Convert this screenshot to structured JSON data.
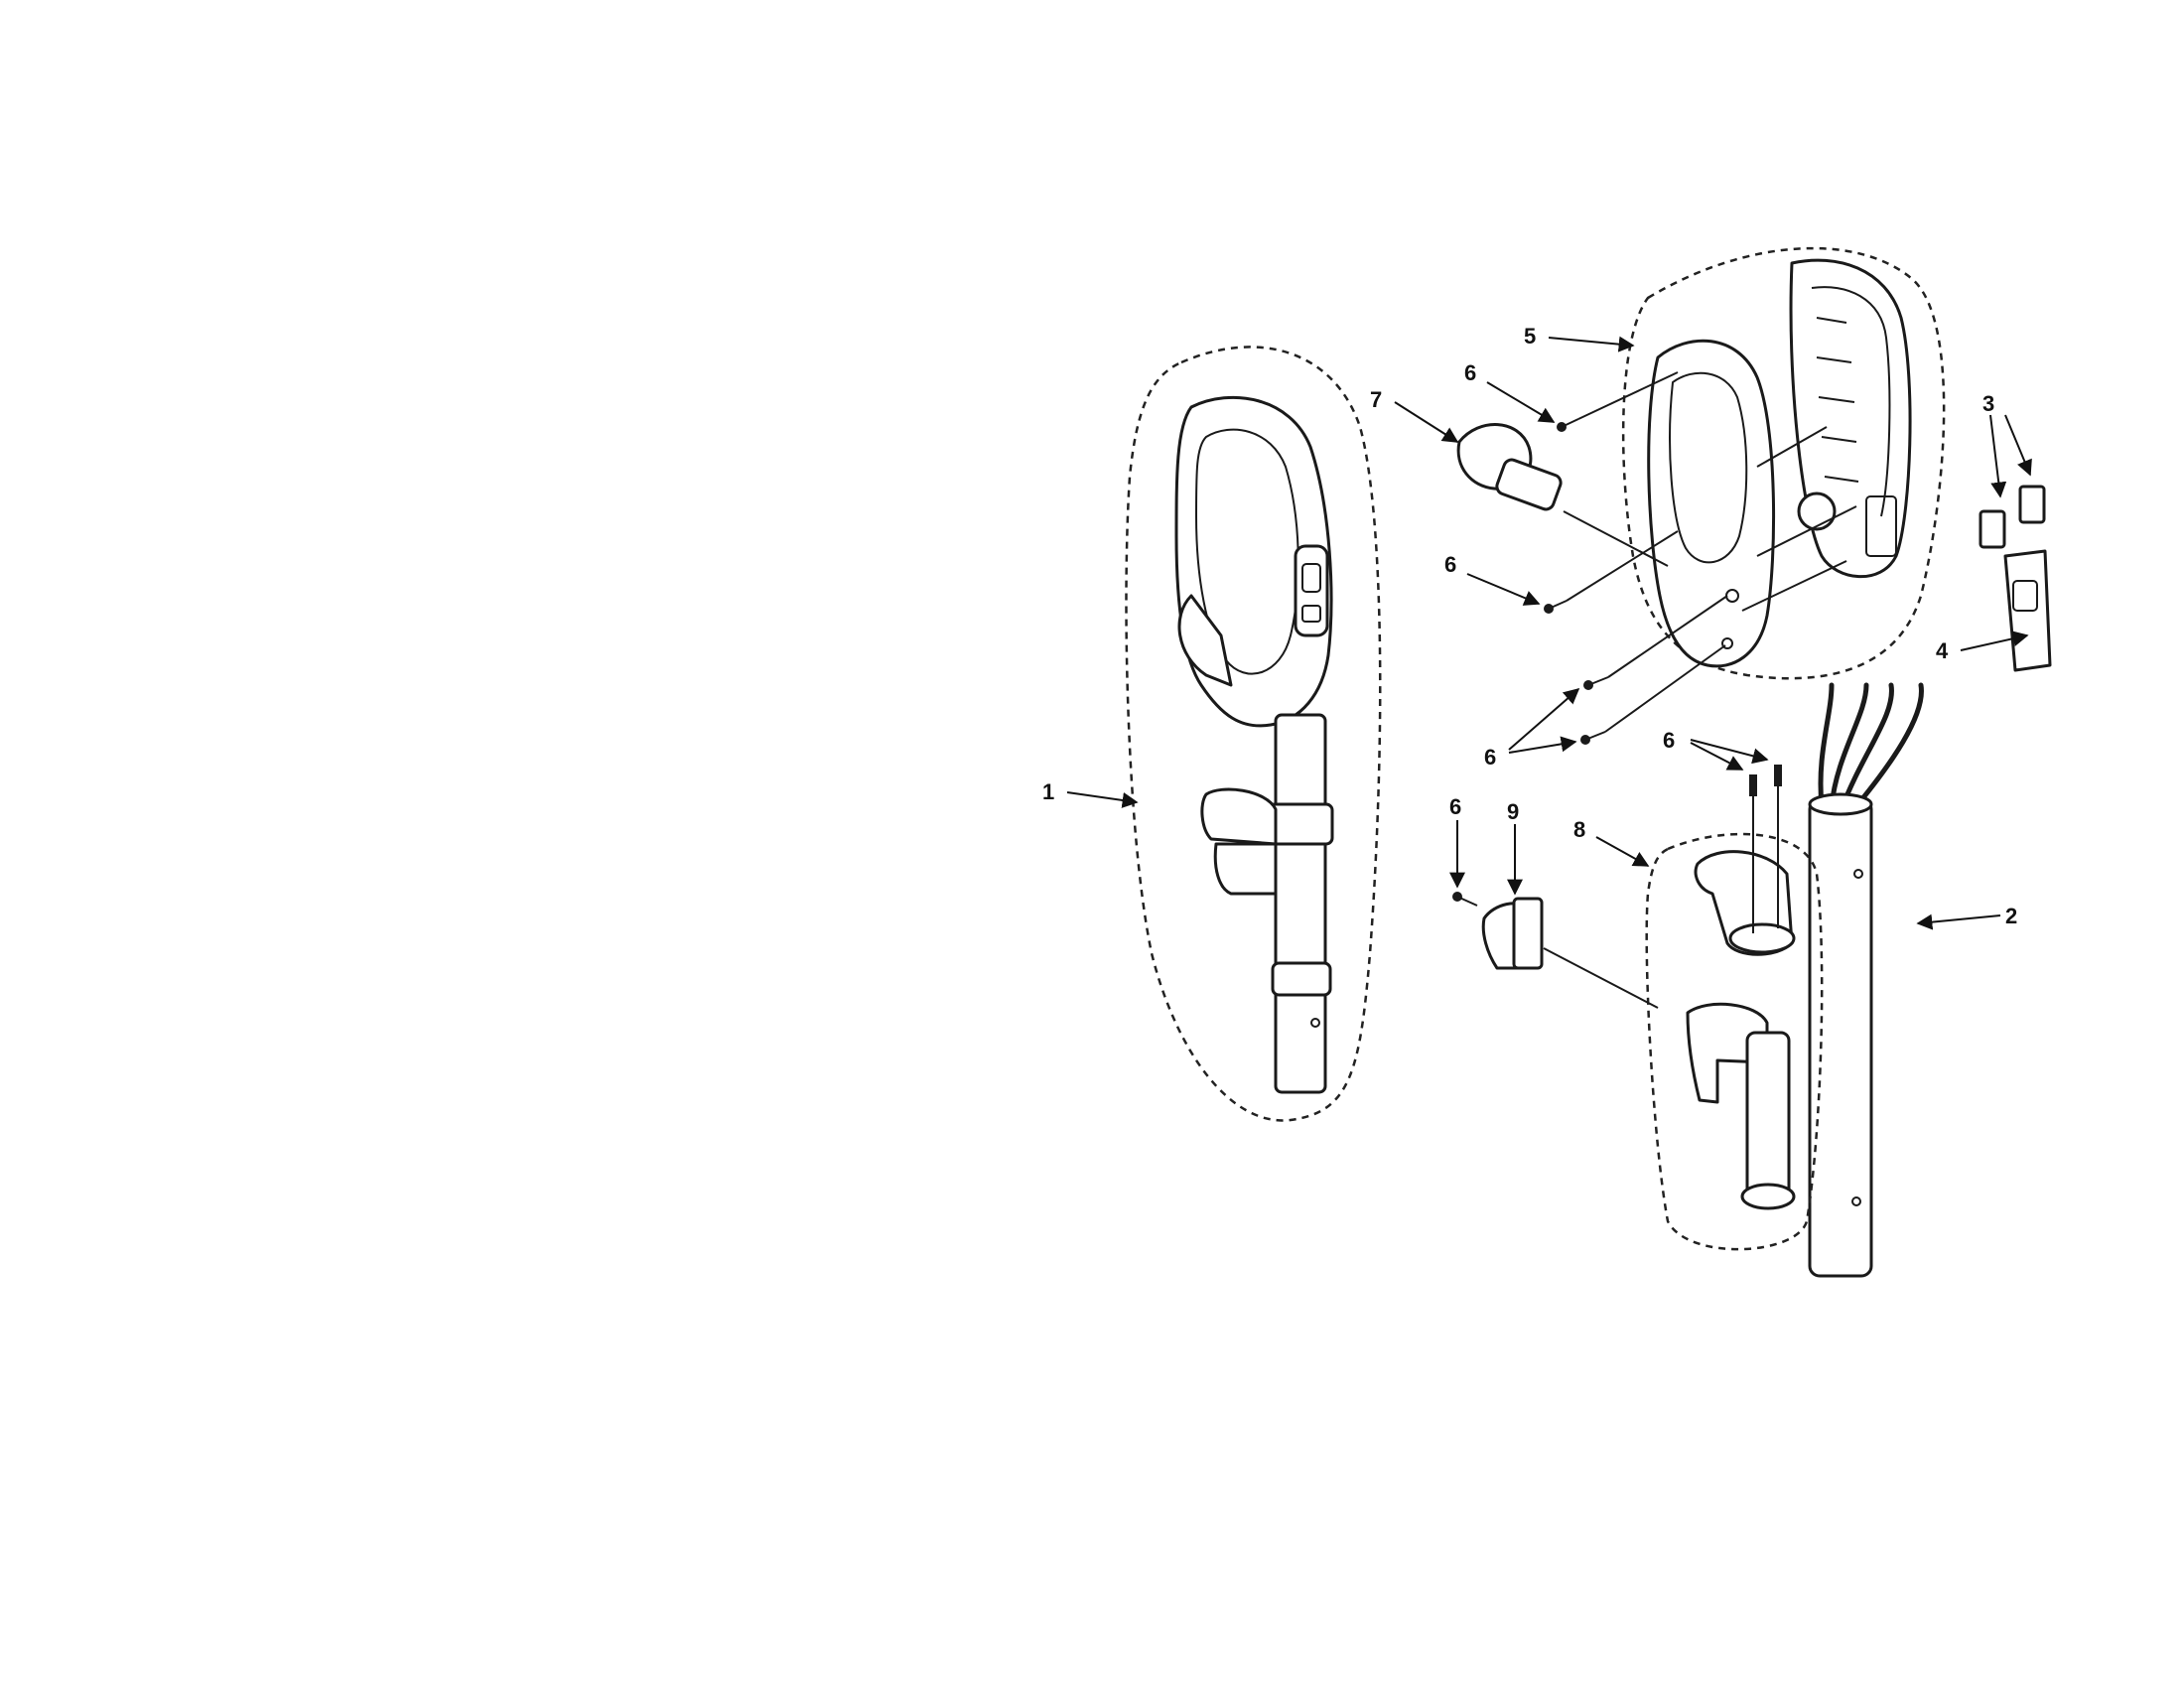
{
  "diagram": {
    "callouts": {
      "c1": "1",
      "c2": "2",
      "c3": "3",
      "c4": "4",
      "c5": "5",
      "c6a": "6",
      "c6b": "6",
      "c6c": "6",
      "c6d": "6",
      "c6e": "6",
      "c7": "7",
      "c8": "8",
      "c9": "9"
    },
    "colors": {
      "line": "#1a1a1a",
      "background": "#ffffff"
    }
  }
}
